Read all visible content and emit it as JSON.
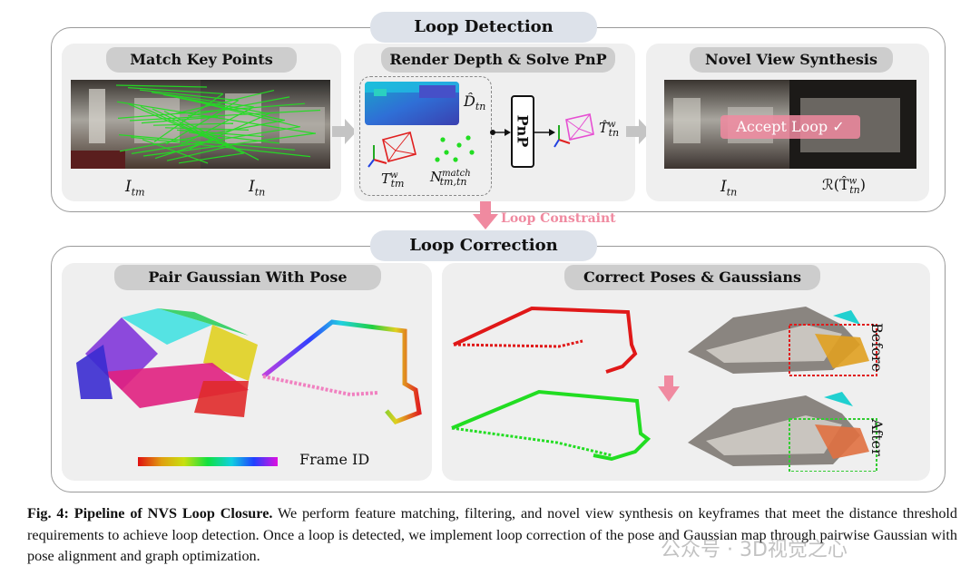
{
  "top_group": {
    "title": "Loop Detection",
    "panels": {
      "match": {
        "title": "Match Key Points",
        "label_left": "I",
        "label_left_sub": "tm",
        "label_right": "I",
        "label_right_sub": "tn"
      },
      "render": {
        "title": "Render Depth & Solve PnP",
        "depth_label": "D̂",
        "depth_sub": "tn",
        "pose_label": "T",
        "pose_sup": "w",
        "pose_sub": "tm",
        "match_label": "N",
        "match_sup": "match",
        "match_sub": "tm,tn",
        "pnp_label": "PnP",
        "est_label": "T̂",
        "est_sup": "w",
        "est_sub": "tn"
      },
      "nvs": {
        "title": "Novel View Synthesis",
        "accept_text": "Accept Loop ✓",
        "label_left": "I",
        "label_left_sub": "tn",
        "label_right": "ℛ(T̂",
        "label_right_sup": "w",
        "label_right_sub": "tn",
        "label_right_close": ")"
      }
    }
  },
  "link_label": "Loop Constraint",
  "bottom_group": {
    "title": "Loop Correction",
    "panels": {
      "pair": {
        "title": "Pair Gaussian With Pose",
        "colorbar_label": "Frame ID"
      },
      "correct": {
        "title": "Correct Poses & Gaussians",
        "before_label": "Before",
        "after_label": "After"
      }
    }
  },
  "caption": {
    "bold": "Fig. 4: Pipeline of NVS Loop Closure.",
    "text": " We perform feature matching, filtering, and novel view synthesis on keyframes that meet the distance threshold requirements to achieve loop detection. Once a loop is detected, we implement loop correction of the pose and Gaussian map through pairwise Gaussian with pose alignment and graph optimization."
  },
  "watermark": "公众号 · 3D视觉之心",
  "colors": {
    "pill": "#dde2ea",
    "panel": "#efefef",
    "tab": "#cdcdcd",
    "pink": "#f08aa0",
    "match_line": "#22dd22",
    "red_box": "#e01b1b",
    "green_box": "#33cc33"
  }
}
